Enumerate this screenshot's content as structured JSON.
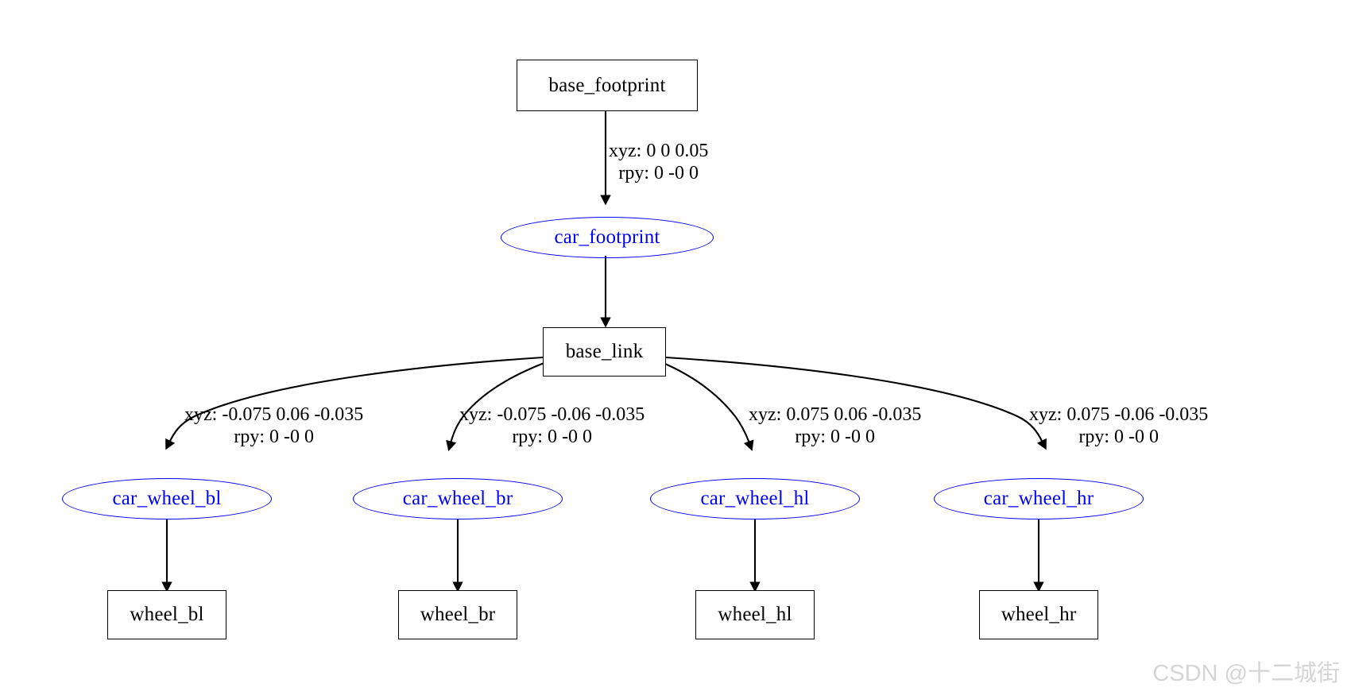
{
  "diagram": {
    "type": "urdf-kinematic-tree",
    "background": "#ffffff",
    "link_color": "#000000",
    "joint_color": "#0000ff",
    "edge_color": "#000000",
    "nodes": {
      "base_footprint": {
        "label": "base_footprint",
        "kind": "link"
      },
      "car_footprint": {
        "label": "car_footprint",
        "kind": "joint"
      },
      "base_link": {
        "label": "base_link",
        "kind": "link"
      },
      "car_wheel_bl": {
        "label": "car_wheel_bl",
        "kind": "joint"
      },
      "car_wheel_br": {
        "label": "car_wheel_br",
        "kind": "joint"
      },
      "car_wheel_hl": {
        "label": "car_wheel_hl",
        "kind": "joint"
      },
      "car_wheel_hr": {
        "label": "car_wheel_hr",
        "kind": "joint"
      },
      "wheel_bl": {
        "label": "wheel_bl",
        "kind": "link"
      },
      "wheel_br": {
        "label": "wheel_br",
        "kind": "link"
      },
      "wheel_hl": {
        "label": "wheel_hl",
        "kind": "link"
      },
      "wheel_hr": {
        "label": "wheel_hr",
        "kind": "link"
      }
    },
    "edges": [
      {
        "from": "base_footprint",
        "to": "car_footprint",
        "xyz": "xyz: 0 0 0.05",
        "rpy": "rpy: 0 -0 0"
      },
      {
        "from": "base_link",
        "to": "car_wheel_bl",
        "xyz": "xyz: -0.075 0.06 -0.035",
        "rpy": "rpy: 0 -0 0"
      },
      {
        "from": "base_link",
        "to": "car_wheel_br",
        "xyz": "xyz: -0.075 -0.06 -0.035",
        "rpy": "rpy: 0 -0 0"
      },
      {
        "from": "base_link",
        "to": "car_wheel_hl",
        "xyz": "xyz: 0.075 0.06 -0.035",
        "rpy": "rpy: 0 -0 0"
      },
      {
        "from": "base_link",
        "to": "car_wheel_hr",
        "xyz": "xyz: 0.075 -0.06 -0.035",
        "rpy": "rpy: 0 -0 0"
      }
    ],
    "plain_edges": [
      {
        "from": "car_footprint",
        "to": "base_link"
      },
      {
        "from": "car_wheel_bl",
        "to": "wheel_bl"
      },
      {
        "from": "car_wheel_br",
        "to": "wheel_br"
      },
      {
        "from": "car_wheel_hl",
        "to": "wheel_hl"
      },
      {
        "from": "car_wheel_hr",
        "to": "wheel_hr"
      }
    ]
  },
  "watermark": {
    "text": "CSDN @十二城街"
  }
}
